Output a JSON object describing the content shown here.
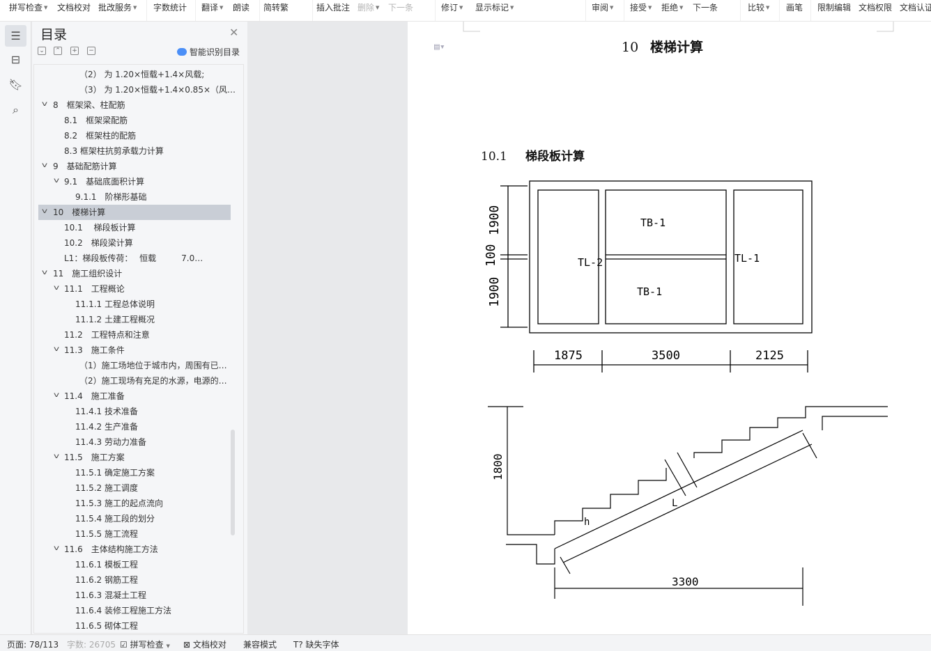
{
  "toolbar": {
    "items": [
      {
        "label": "拼写检查",
        "caret": true
      },
      {
        "label": "文档校对"
      },
      {
        "label": "批改服务",
        "caret": true
      },
      {
        "label": "字数统计"
      },
      {
        "label": "翻译",
        "caret": true
      },
      {
        "label": "朗读"
      },
      {
        "label": "简转繁"
      },
      {
        "label": "插入批注"
      },
      {
        "label": "删除",
        "caret": true,
        "disabled": true
      },
      {
        "label": "下一条",
        "disabled": true
      },
      {
        "label": "修订",
        "caret": true
      },
      {
        "label": "显示标记",
        "caret": true
      },
      {
        "label": "审阅",
        "caret": true
      },
      {
        "label": "接受",
        "caret": true
      },
      {
        "label": "拒绝",
        "caret": true
      },
      {
        "label": "下一条"
      },
      {
        "label": "比较",
        "caret": true
      },
      {
        "label": "画笔"
      },
      {
        "label": "限制编辑"
      },
      {
        "label": "文档权限"
      },
      {
        "label": "文档认证"
      }
    ]
  },
  "toc": {
    "title": "目录",
    "smart_label": "智能识别目录",
    "items": [
      {
        "label": "（2） 为 1.20×恒载+1.4×风载;",
        "level": 4
      },
      {
        "label": "（3） 为 1.20×恒载+1.4×0.85×（风…",
        "level": 4
      },
      {
        "label": "8　框架梁、柱配筋",
        "level": 0,
        "expand": true
      },
      {
        "label": "8.1　框架梁配筋",
        "level": 1
      },
      {
        "label": "8.2　框架柱的配筋",
        "level": 1
      },
      {
        "label": "8.3 框架柱抗剪承载力计算",
        "level": 1
      },
      {
        "label": "9　基础配筋计算",
        "level": 0,
        "expand": true
      },
      {
        "label": "9.1　基础底面积计算",
        "level": 1,
        "expand": true
      },
      {
        "label": "9.1.1　阶梯形基础",
        "level": 2
      },
      {
        "label": "10　楼梯计算",
        "level": 0,
        "expand": true,
        "selected": true
      },
      {
        "label": "10.1　 梯段板计算",
        "level": 1
      },
      {
        "label": "10.2　梯段梁计算",
        "level": 1
      },
      {
        "label": "L1：梯段板传荷：　 恒载　　　7.0…",
        "level": 1
      },
      {
        "label": "11　施工组织设计",
        "level": 0,
        "expand": true
      },
      {
        "label": "11.1　工程概论",
        "level": 1,
        "expand": true
      },
      {
        "label": "11.1.1 工程总体说明",
        "level": 2
      },
      {
        "label": "11.1.2 土建工程概况",
        "level": 2
      },
      {
        "label": "11.2　工程特点和注意",
        "level": 1
      },
      {
        "label": "11.3　施工条件",
        "level": 1,
        "expand": true
      },
      {
        "label": "（1）施工场地位于城市内，周围有已…",
        "level": 4
      },
      {
        "label": "（2）施工现场有充足的水源，电源的…",
        "level": 4
      },
      {
        "label": "11.4　施工准备",
        "level": 1,
        "expand": true
      },
      {
        "label": "11.4.1 技术准备",
        "level": 2
      },
      {
        "label": "11.4.2 生产准备",
        "level": 2
      },
      {
        "label": "11.4.3 劳动力准备",
        "level": 2
      },
      {
        "label": "11.5　施工方案",
        "level": 1,
        "expand": true
      },
      {
        "label": "11.5.1 确定施工方案",
        "level": 2
      },
      {
        "label": "11.5.2 施工调度",
        "level": 2
      },
      {
        "label": "11.5.3 施工的起点流向",
        "level": 2
      },
      {
        "label": "11.5.4 施工段的划分",
        "level": 2
      },
      {
        "label": "11.5.5 施工流程",
        "level": 2
      },
      {
        "label": "11.6　主体结构施工方法",
        "level": 1,
        "expand": true
      },
      {
        "label": "11.6.1 模板工程",
        "level": 2
      },
      {
        "label": "11.6.2  钢筋工程",
        "level": 2
      },
      {
        "label": "11.6.3 混凝土工程",
        "level": 2
      },
      {
        "label": "11.6.4 装修工程施工方法",
        "level": 2
      },
      {
        "label": "11.6.5 砌体工程",
        "level": 2
      }
    ]
  },
  "document": {
    "heading_num": "10",
    "heading": "楼梯计算",
    "sub_num": "10.1",
    "sub": "梯段板计算",
    "plan": {
      "dim_left": [
        "1900",
        "100",
        "1900"
      ],
      "dim_bottom": [
        "1875",
        "3500",
        "2125"
      ],
      "labels": [
        "TB-1",
        "TB-1",
        "TL-2",
        "TL-1"
      ]
    },
    "section": {
      "height": "1800",
      "span": "3300",
      "h": "h",
      "L": "L"
    }
  },
  "status": {
    "page": "页面: 78/113",
    "words": "字数: 26705",
    "spell": "拼写检查",
    "proof": "文档校对",
    "compat": "兼容模式",
    "missing_font": "缺失字体"
  }
}
